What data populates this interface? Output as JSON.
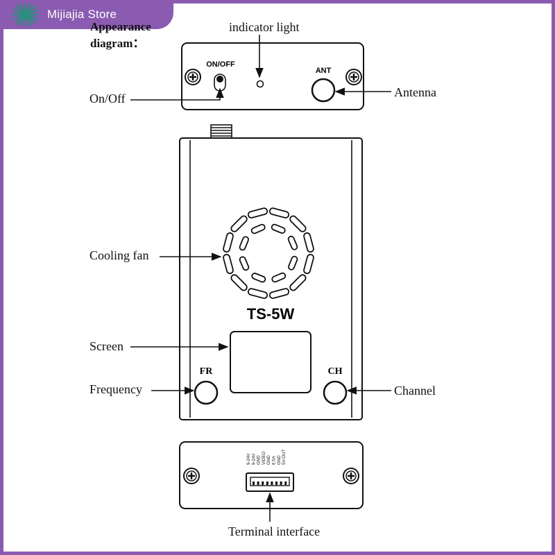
{
  "store": {
    "name": "Mijiajia Store"
  },
  "heading": {
    "line1": "Appearance",
    "line2": "diagram："
  },
  "top_panel": {
    "onoff_label": "ON/OFF",
    "ant_label": "ANT"
  },
  "main_body": {
    "model": "TS-5W",
    "fr_label": "FR",
    "ch_label": "CH"
  },
  "bottom_panel": {
    "pins": [
      "9-24V",
      "9-24V",
      "GND",
      "VIDEO",
      "GND",
      "6.5A",
      "GND",
      "5V-OUT"
    ]
  },
  "callouts": {
    "indicator_light": "indicator light",
    "on_off": "On/Off",
    "antenna": "Antenna",
    "cooling_fan": "Cooling fan",
    "screen": "Screen",
    "frequency": "Frequency",
    "channel": "Channel",
    "terminal_interface": "Terminal interface"
  },
  "colors": {
    "brand": "#8a5bb0",
    "line": "#111111"
  }
}
